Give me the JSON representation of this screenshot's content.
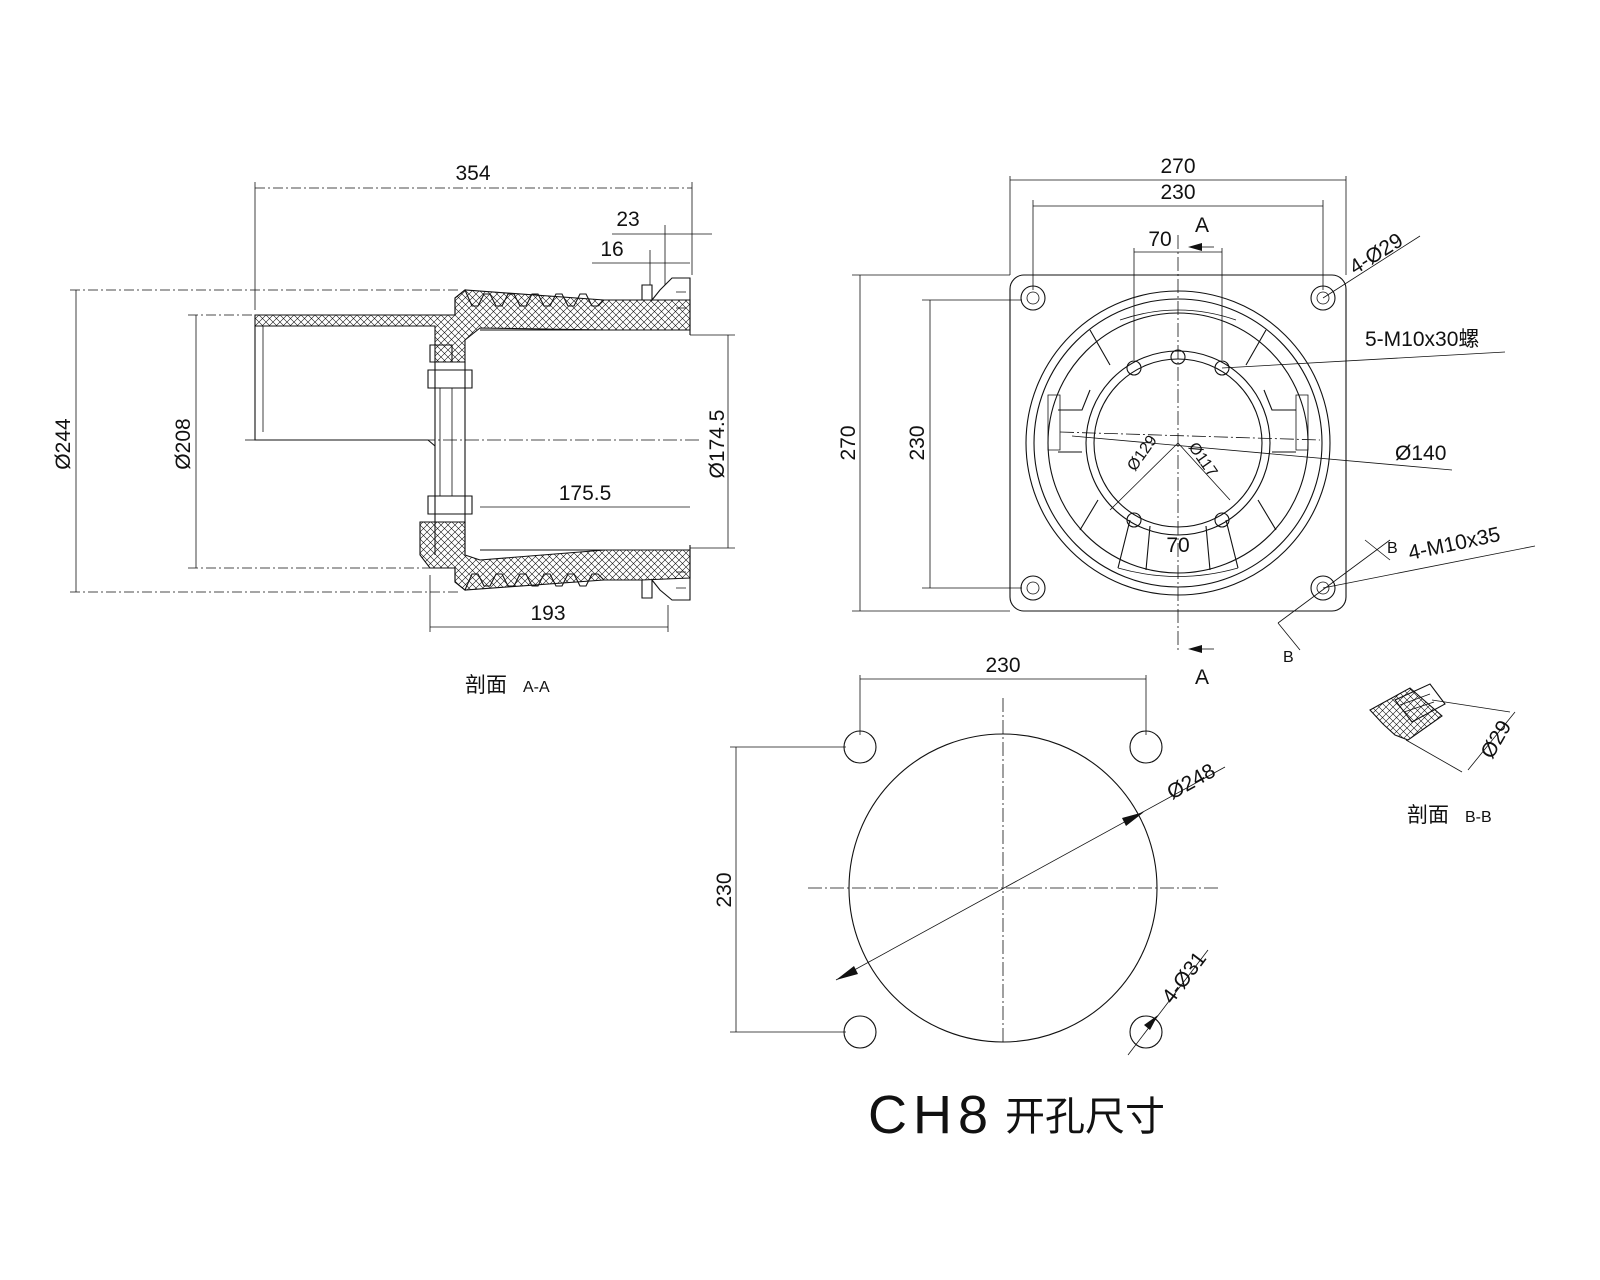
{
  "section_aa": {
    "len_total": "354",
    "len_23": "23",
    "len_16": "16",
    "len_175_5": "175.5",
    "len_193": "193",
    "dia_244": "Ø244",
    "dia_208": "Ø208",
    "dia_174_5": "Ø174.5",
    "title": "剖面",
    "title_code": "A-A"
  },
  "top_view": {
    "width_270": "270",
    "width_230": "230",
    "width_70_top": "70",
    "width_70_bottom": "70",
    "height_270": "270",
    "height_230": "230",
    "holes_4_29": "4-Ø29",
    "thread_5_m10": "5-M10x30螺",
    "dia_140": "Ø140",
    "dia_129": "Ø129",
    "dia_117": "Ø117",
    "thread_4_m10": "4-M10x35",
    "section_a_top": "A",
    "section_a_bottom": "A",
    "section_b_top": "B",
    "section_b_bottom": "B"
  },
  "section_bb": {
    "dia_29": "Ø29",
    "title": "剖面",
    "title_code": "B-B"
  },
  "cutout": {
    "width_230": "230",
    "height_230": "230",
    "dia_248": "Ø248",
    "holes_4_31": "4-Ø31",
    "title_code": "CH8",
    "title_cn": "开孔尺寸"
  }
}
